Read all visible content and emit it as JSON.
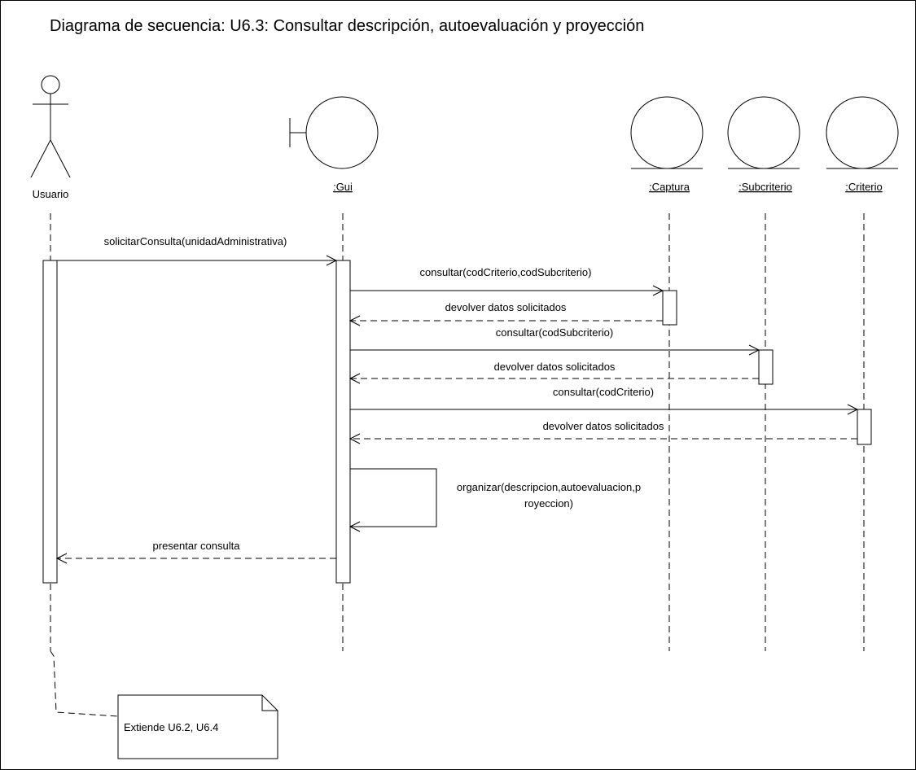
{
  "title": "Diagrama de secuencia: U6.3: Consultar descripción, autoevaluación y proyección",
  "lifelines": {
    "usuario": "Usuario",
    "gui": ":Gui",
    "captura": ":Captura",
    "subcriterio": ":Subcriterio",
    "criterio": ":Criterio"
  },
  "messages": {
    "m1": "solicitarConsulta(unidadAdministrativa)",
    "m2": "consultar(codCriterio,codSubcriterio)",
    "m3": "devolver datos solicitados",
    "m4": "consultar(codSubcriterio)",
    "m5": "devolver datos solicitados",
    "m6": "consultar(codCriterio)",
    "m7": "devolver datos solicitados",
    "m8_line1": "organizar(descripcion,autoevaluacion,p",
    "m8_line2": "royeccion)",
    "m9": "presentar consulta"
  },
  "note": "Extiende U6.2, U6.4"
}
